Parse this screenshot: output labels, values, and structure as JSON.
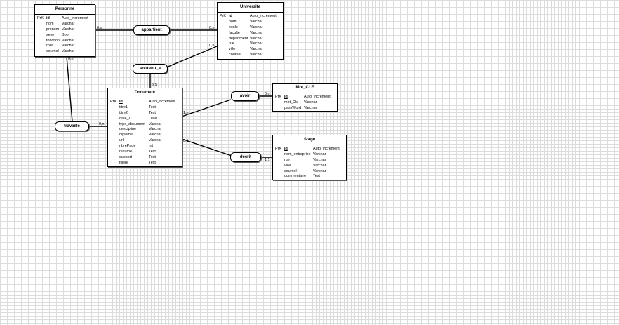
{
  "entities": {
    "personne": {
      "title": "Personne",
      "rows": [
        {
          "pk": "PrK",
          "name": "id",
          "type": "Auto_increment",
          "key": true
        },
        {
          "pk": "",
          "name": "nom",
          "type": "Varchar"
        },
        {
          "pk": "",
          "name": "prenom",
          "type": "Varchar"
        },
        {
          "pk": "",
          "name": "sexe",
          "type": "Bool"
        },
        {
          "pk": "",
          "name": "fonction",
          "type": "Varchar"
        },
        {
          "pk": "",
          "name": "role",
          "type": "Varchar"
        },
        {
          "pk": "",
          "name": "courriel",
          "type": "Varchar"
        }
      ]
    },
    "universite": {
      "title": "Universite",
      "rows": [
        {
          "pk": "PrK",
          "name": "id",
          "type": "Auto_increment",
          "key": true
        },
        {
          "pk": "",
          "name": "nom",
          "type": "Varchar"
        },
        {
          "pk": "",
          "name": "ecole",
          "type": "Varchar"
        },
        {
          "pk": "",
          "name": "faculte",
          "type": "Varchar"
        },
        {
          "pk": "",
          "name": "department",
          "type": "Varchar"
        },
        {
          "pk": "",
          "name": "rue",
          "type": "Varchar"
        },
        {
          "pk": "",
          "name": "ville",
          "type": "Varchar"
        },
        {
          "pk": "",
          "name": "courriel",
          "type": "Varchar"
        }
      ]
    },
    "document": {
      "title": "Document",
      "rows": [
        {
          "pk": "PrK",
          "name": "id",
          "type": "Auto_increment",
          "key": true
        },
        {
          "pk": "",
          "name": "titre1",
          "type": "Text"
        },
        {
          "pk": "",
          "name": "titre2",
          "type": "Text"
        },
        {
          "pk": "",
          "name": "date_D",
          "type": "Date"
        },
        {
          "pk": "",
          "name": "type_document",
          "type": "Varchar"
        },
        {
          "pk": "",
          "name": "descipline",
          "type": "Varchar"
        },
        {
          "pk": "",
          "name": "diplome",
          "type": "Varchar"
        },
        {
          "pk": "",
          "name": "url",
          "type": "Varchar"
        },
        {
          "pk": "",
          "name": "nbrePage",
          "type": "Int"
        },
        {
          "pk": "",
          "name": "resume",
          "type": "Text"
        },
        {
          "pk": "",
          "name": "support",
          "type": "Text"
        },
        {
          "pk": "",
          "name": "filiere",
          "type": "Text"
        }
      ]
    },
    "mot_cle": {
      "title": "Mot_CLE",
      "rows": [
        {
          "pk": "PrK",
          "name": "id",
          "type": "Auto_increment",
          "key": true
        },
        {
          "pk": "",
          "name": "mot_Cle",
          "type": "Varchar"
        },
        {
          "pk": "",
          "name": "passWord",
          "type": "Varchar"
        }
      ]
    },
    "stage": {
      "title": "Stage",
      "rows": [
        {
          "pk": "PrK",
          "name": "id",
          "type": "Auto_increment",
          "key": true
        },
        {
          "pk": "",
          "name": "nom_entreprise",
          "type": "Varchar"
        },
        {
          "pk": "",
          "name": "rue",
          "type": "Varchar"
        },
        {
          "pk": "",
          "name": "ville",
          "type": "Varchar"
        },
        {
          "pk": "",
          "name": "courriel",
          "type": "Varchar"
        },
        {
          "pk": "",
          "name": "commentaire",
          "type": "Text"
        }
      ]
    }
  },
  "associations": {
    "appartient": "appartient",
    "soutenu_a": "soutenu_a",
    "avoir": "avoir",
    "travaille": "travaille",
    "decrit": "decrit"
  },
  "cardinalities": {
    "appartient_personne": "0,n",
    "appartient_universite": "0,n",
    "soutenu_universite": "0,n",
    "soutenu_document": "0,1",
    "travaille_personne": "0,n",
    "travaille_document": "0,n",
    "avoir_document": "1,n",
    "avoir_motcle": "0,n",
    "decrit_document": "0,1",
    "decrit_stage": "1,1"
  },
  "colors": {
    "line": "#000000",
    "grid": "#dcdcdc",
    "background": "#ffffff"
  }
}
